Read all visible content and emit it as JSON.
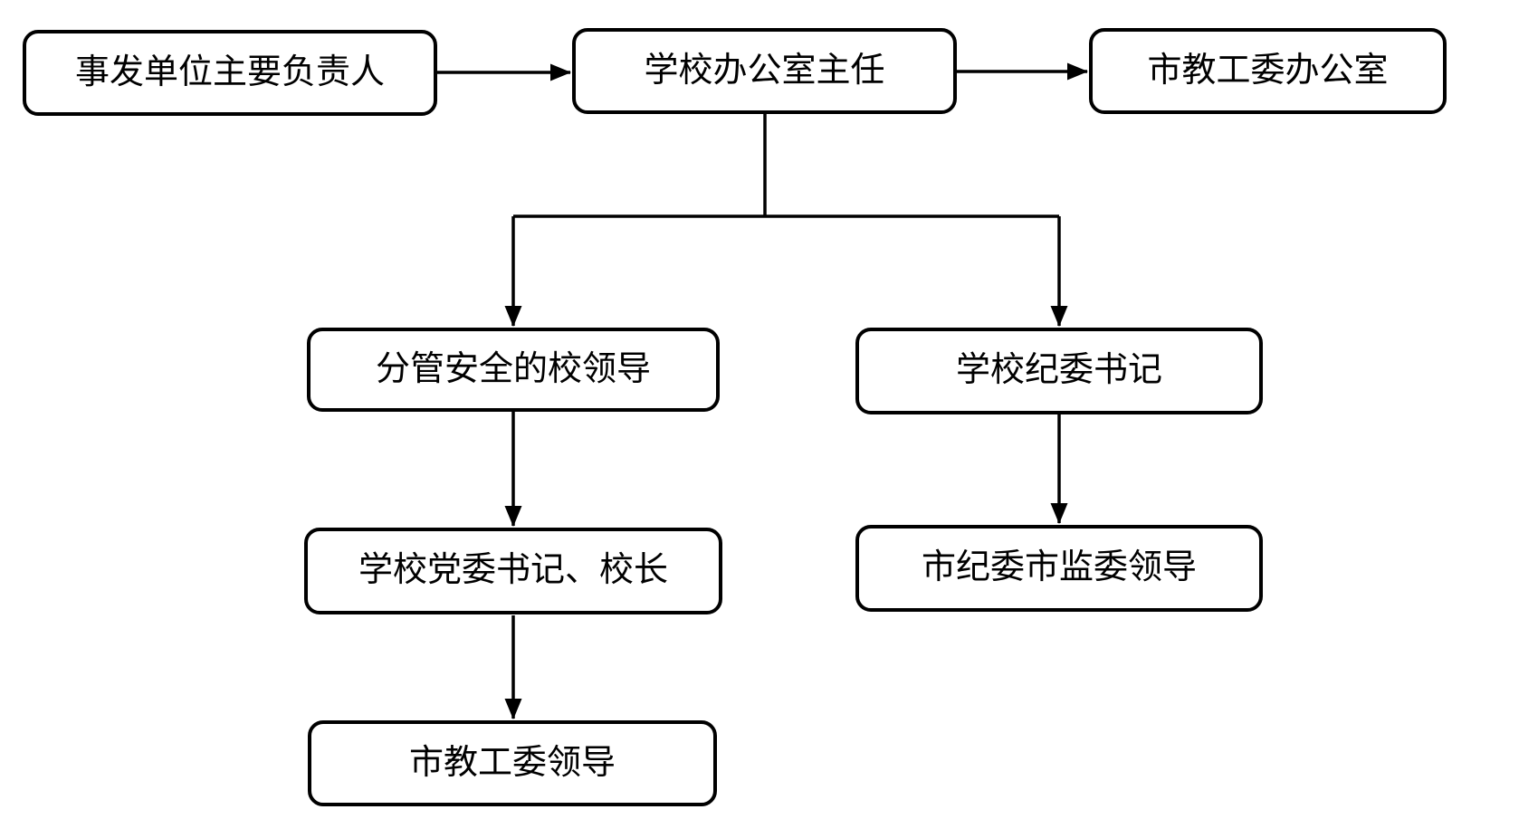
{
  "diagram": {
    "background_color": "#ffffff",
    "line_color": "#000000",
    "box_fill_color": "#ffffff",
    "text_color": "#000000",
    "nodes": {
      "incident_unit_head": {
        "label": "事发单位主要负责人"
      },
      "school_office_director": {
        "label": "学校办公室主任"
      },
      "city_edu_work_committee_office": {
        "label": "市教工委办公室"
      },
      "safety_school_leader": {
        "label": "分管安全的校领导"
      },
      "school_discipline_secretary": {
        "label": "学校纪委书记"
      },
      "party_secretary_and_principal": {
        "label": "学校党委书记、校长"
      },
      "city_discipline_supervision_leaders": {
        "label": "市纪委市监委领导"
      },
      "city_edu_work_committee_leaders": {
        "label": "市教工委领导"
      }
    },
    "edges": [
      {
        "from": "incident_unit_head",
        "to": "school_office_director"
      },
      {
        "from": "school_office_director",
        "to": "city_edu_work_committee_office"
      },
      {
        "from": "school_office_director",
        "to": "safety_school_leader"
      },
      {
        "from": "school_office_director",
        "to": "school_discipline_secretary"
      },
      {
        "from": "safety_school_leader",
        "to": "party_secretary_and_principal"
      },
      {
        "from": "party_secretary_and_principal",
        "to": "city_edu_work_committee_leaders"
      },
      {
        "from": "school_discipline_secretary",
        "to": "city_discipline_supervision_leaders"
      }
    ]
  }
}
